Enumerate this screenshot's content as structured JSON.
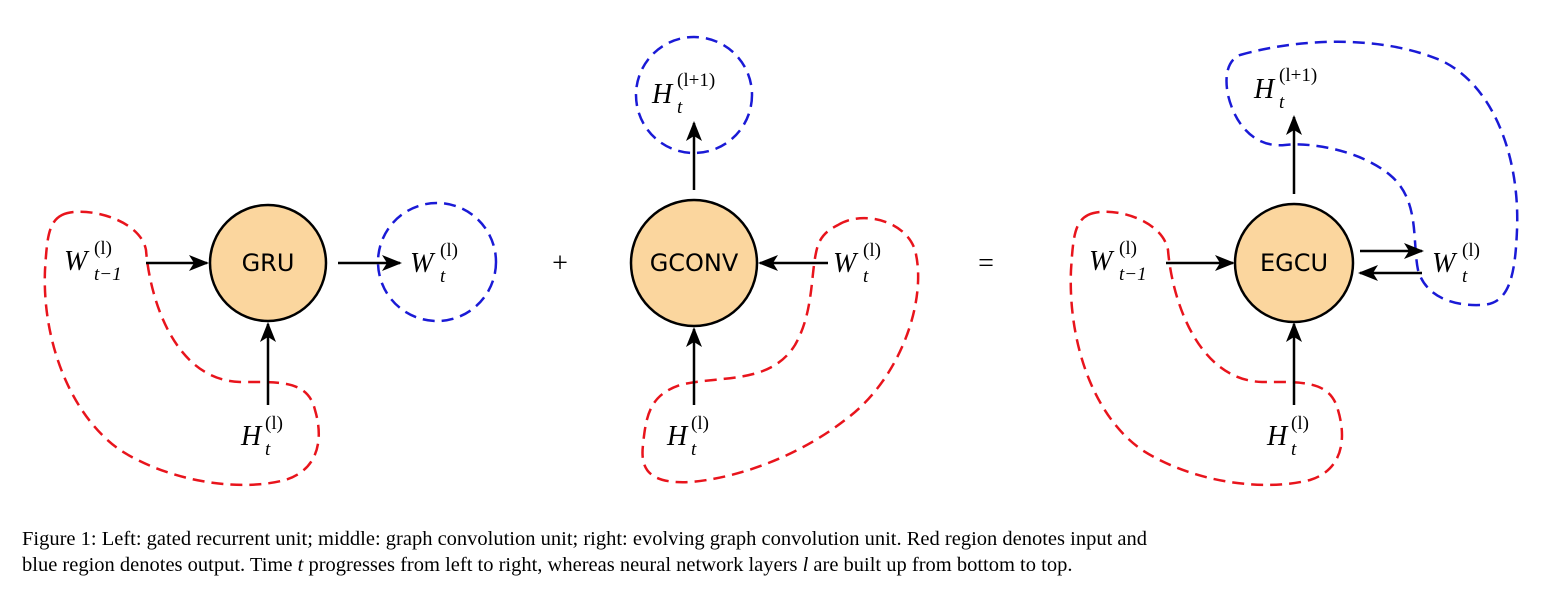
{
  "colors": {
    "node_fill": "#fbd69e",
    "input_region": "#e8141c",
    "output_region": "#1a1ad6",
    "arrow": "#000000"
  },
  "diagrams": {
    "left": {
      "node": "GRU",
      "input_top": {
        "base": "W",
        "sub": "t−1",
        "sup": "(l)"
      },
      "input_bottom": {
        "base": "H",
        "sub": "t",
        "sup": "(l)"
      },
      "output": {
        "base": "W",
        "sub": "t",
        "sup": "(l)"
      }
    },
    "middle": {
      "node": "GCONV",
      "output": {
        "base": "H",
        "sub": "t",
        "sup": "(l+1)"
      },
      "input_right": {
        "base": "W",
        "sub": "t",
        "sup": "(l)"
      },
      "input_bottom": {
        "base": "H",
        "sub": "t",
        "sup": "(l)"
      }
    },
    "right": {
      "node": "EGCU",
      "output": {
        "base": "H",
        "sub": "t",
        "sup": "(l+1)"
      },
      "input_left": {
        "base": "W",
        "sub": "t−1",
        "sup": "(l)"
      },
      "weight": {
        "base": "W",
        "sub": "t",
        "sup": "(l)"
      },
      "input_bottom": {
        "base": "H",
        "sub": "t",
        "sup": "(l)"
      }
    }
  },
  "operators": {
    "plus": "+",
    "equals": "="
  },
  "caption": {
    "line1": "Figure 1: Left: gated recurrent unit; middle: graph convolution unit; right: evolving graph convolution unit. Red region denotes input and",
    "line2_a": "blue region denotes output. Time ",
    "line2_t": "t",
    "line2_b": " progresses from left to right, whereas neural network layers ",
    "line2_l": "l",
    "line2_c": " are built up from bottom to top."
  }
}
